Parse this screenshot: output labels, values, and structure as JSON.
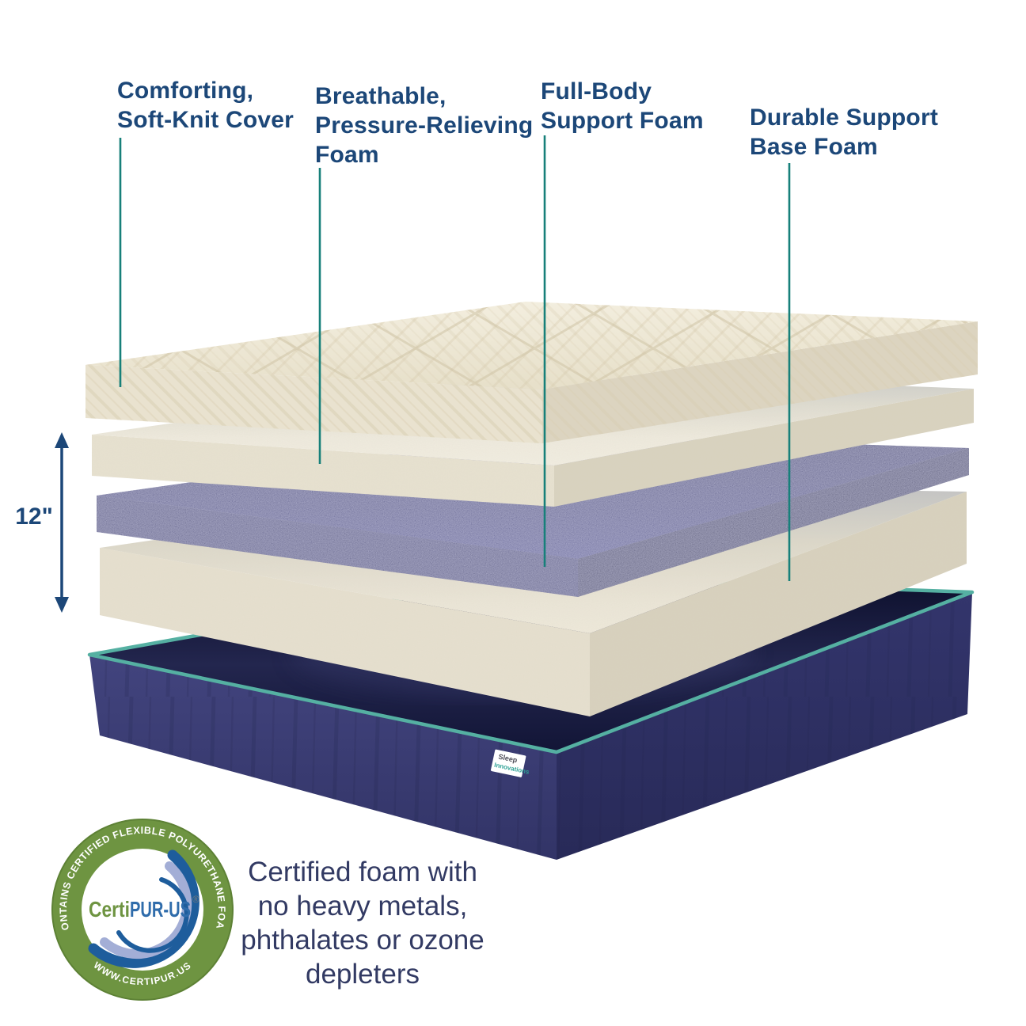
{
  "product": {
    "callouts": [
      {
        "id": "cover",
        "lines": [
          "Comforting,",
          "Soft-Knit Cover"
        ]
      },
      {
        "id": "comfort-foam",
        "lines": [
          "Breathable,",
          "Pressure-Relieving",
          "Foam"
        ]
      },
      {
        "id": "support-foam",
        "lines": [
          "Full-Body",
          "Support Foam"
        ]
      },
      {
        "id": "base-foam",
        "lines": [
          "Durable Support",
          "Base Foam"
        ]
      }
    ],
    "dimension_label": "12\"",
    "caption": {
      "lines": [
        "Certified foam with",
        "no heavy metals,",
        "phthalates or ozone",
        "depleters"
      ]
    },
    "badge": {
      "arc_top": "CONTAINS CERTIFIED FLEXIBLE POLYURETHANE FOAM",
      "arc_bottom": "WWW.CERTIPUR.US",
      "center_green": "Certi",
      "center_blue": "PUR-US",
      "registered": "®"
    },
    "brand_tag": {
      "line1": "Sleep",
      "line2": "Innovations"
    },
    "colors": {
      "label_text": "#1c4778",
      "caption_text": "#323a63",
      "leader_line": "#17807a",
      "piping_teal": "#55b0a2",
      "badge_green": "#6e9441",
      "badge_blue": "#2f6cab",
      "swoosh_dark_blue": "#1e5d9c",
      "swoosh_light_blue": "#a3aed6",
      "cover_cream": "#ece6d4",
      "foam_cream": "#efebdf",
      "support_navy": "#3d3d78",
      "base_navy": "#3b3d74"
    }
  }
}
